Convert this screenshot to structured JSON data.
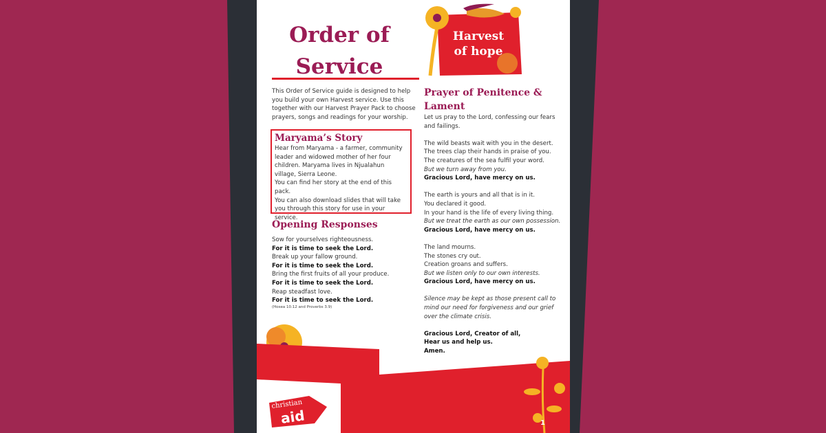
{
  "document": {
    "title": "Order of Service",
    "intro": "This Order of Service guide is designed to help you build your own Harvest service. Use this together with our Harvest Prayer Pack to choose prayers, songs and readings for your worship.",
    "story": {
      "heading": "Maryama’s Story",
      "lines": [
        "Hear from Maryama - a farmer, community leader and widowed mother of her four children. Maryama lives in Njualahun village, Sierra Leone.",
        "You can find her story at the end of this pack.",
        "You can also download slides that will take you through this story for use in your service."
      ]
    },
    "opening": {
      "heading": "Opening Responses",
      "lines": [
        "Sow for yourselves righteousness.",
        "For it is time to seek the Lord.",
        "Break up your fallow ground.",
        "For it is time to seek the Lord.",
        "Bring the first fruits of all your produce.",
        "For it is time to seek the Lord.",
        "Reap steadfast love.",
        "For it is time to seek the Lord."
      ],
      "citation": "(Hosea 10.12 and Proverbs 3.9)"
    },
    "prayer": {
      "heading": "Prayer of Penitence & Lament",
      "intro": "Let us pray to the Lord, confessing our fears and failings.",
      "stanzas": [
        [
          "The wild beasts wait with you in the desert.",
          "The trees clap their hands in praise of you.",
          "The creatures of the sea fulfil your word.",
          "But we turn away from you.",
          "Gracious Lord, have mercy on us."
        ],
        [
          "The earth is yours and all that is in it.",
          "You declared it good.",
          "In your hand is the life of every living thing.",
          "But we treat the earth as our own possession.",
          "Gracious Lord, have mercy on us."
        ],
        [
          "The land mourns.",
          "The stones cry out.",
          "Creation groans and suffers.",
          "But we listen only to our own interests.",
          "Gracious Lord, have mercy on us."
        ]
      ],
      "silence": "Silence may be kept as those present call to mind our need for forgiveness and our grief over the climate crisis.",
      "closing": [
        "Gracious Lord, Creator of all,",
        "Hear us and help us.",
        "Amen."
      ]
    },
    "harvest_logo": "Harvest of hope",
    "org_logo": "christian aid",
    "page_number": "1"
  },
  "colors": {
    "background": "#9f2751",
    "frame": "#2b2f36",
    "heading": "#9b1c55",
    "red": "#e0202c",
    "yellow": "#f5b324"
  }
}
